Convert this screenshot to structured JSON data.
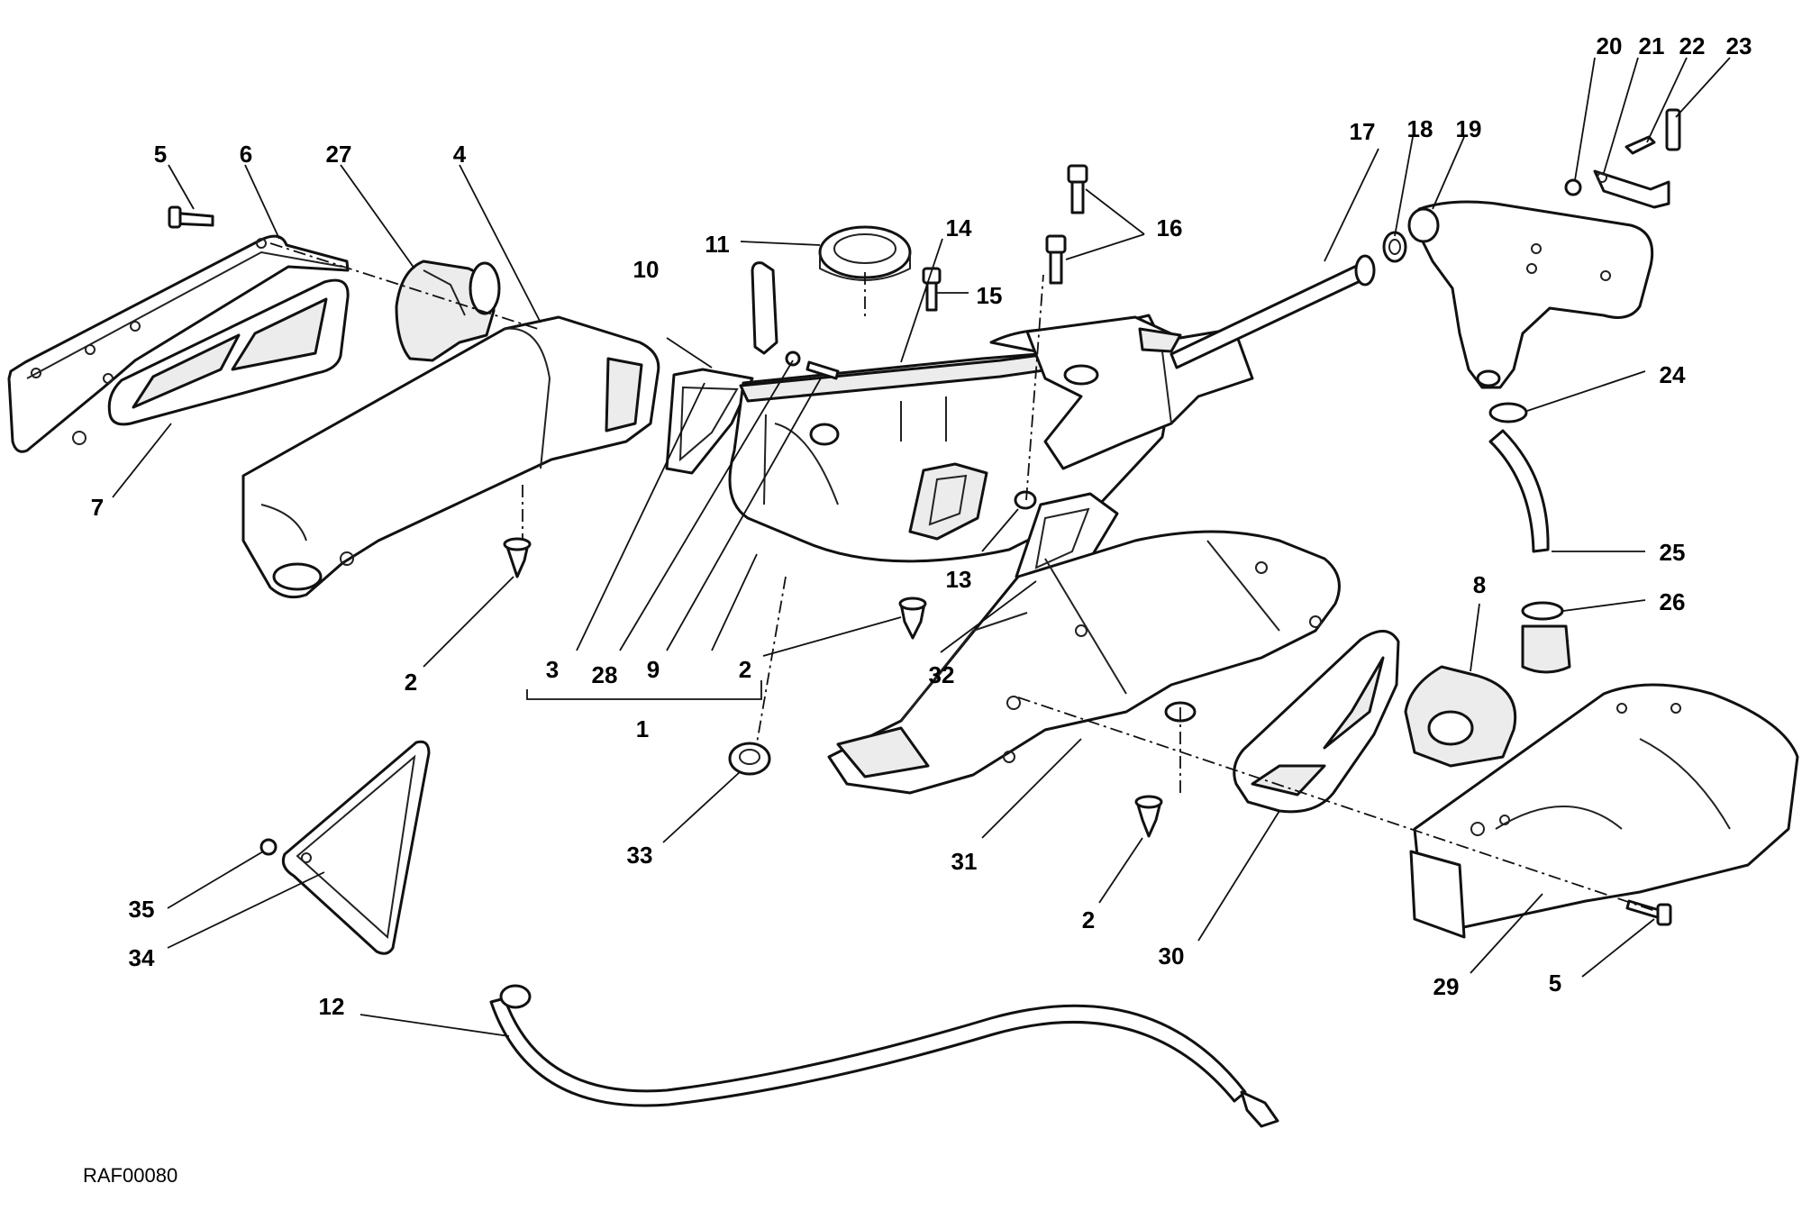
{
  "drawing": {
    "reference": "RAF00080",
    "callouts": {
      "c1": "1",
      "c2a": "2",
      "c2b": "2",
      "c2c": "2",
      "c3": "3",
      "c4": "4",
      "c5a": "5",
      "c5b": "5",
      "c6": "6",
      "c7": "7",
      "c8": "8",
      "c9": "9",
      "c10": "10",
      "c11": "11",
      "c12": "12",
      "c13": "13",
      "c14": "14",
      "c15": "15",
      "c16": "16",
      "c17": "17",
      "c18": "18",
      "c19": "19",
      "c20": "20",
      "c21": "21",
      "c22": "22",
      "c23": "23",
      "c24": "24",
      "c25": "25",
      "c26": "26",
      "c27": "27",
      "c28": "28",
      "c29": "29",
      "c30": "30",
      "c31": "31",
      "c32": "32",
      "c33": "33",
      "c34": "34",
      "c35": "35"
    }
  }
}
